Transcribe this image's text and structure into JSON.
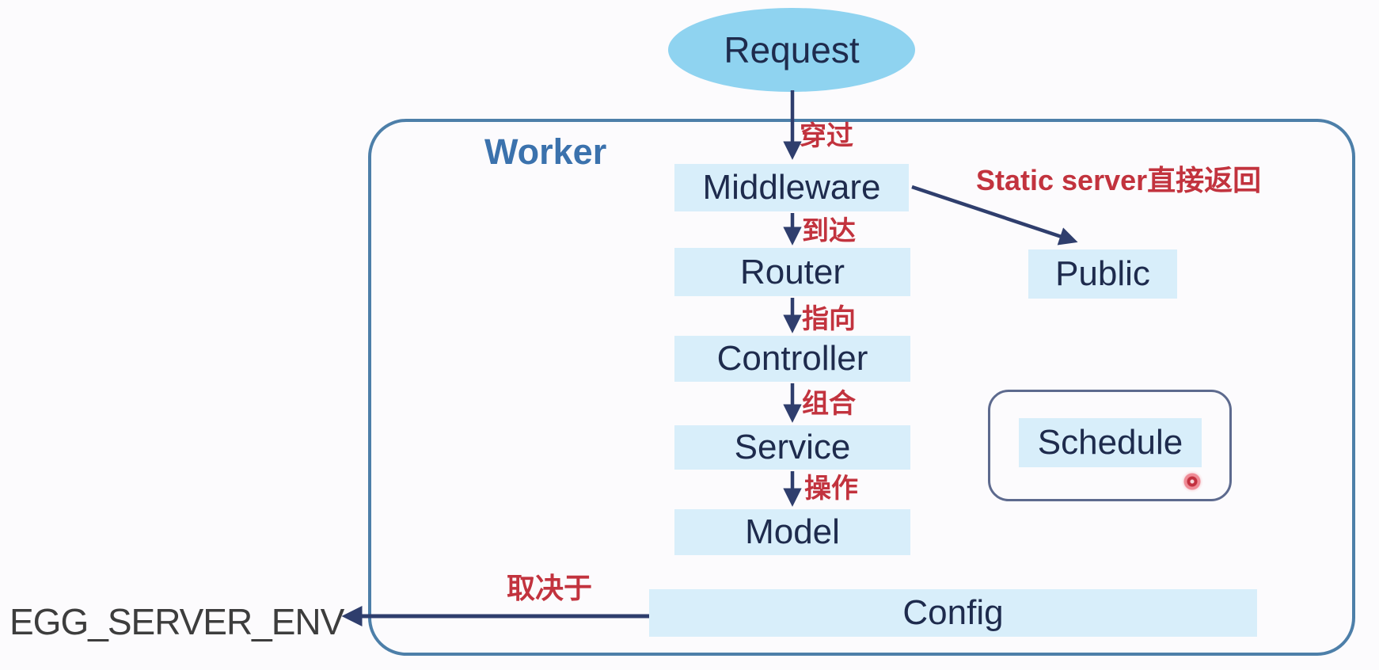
{
  "colors": {
    "background": "#fcfbfd",
    "node_fill": "#d8eefa",
    "ellipse_fill": "#8fd3f0",
    "node_text": "#1e2b4d",
    "arrow": "#2f3e6d",
    "worker_border": "#4d7fa9",
    "worker_label": "#3b72ad",
    "schedule_border": "#5d6a8e",
    "red_label": "#c2333e",
    "env_text": "#3d3d3d",
    "laser_dot": "#c2303f"
  },
  "request": {
    "label": "Request"
  },
  "worker": {
    "label": "Worker"
  },
  "nodes": {
    "middleware": "Middleware",
    "router": "Router",
    "controller": "Controller",
    "service": "Service",
    "model": "Model",
    "public": "Public",
    "schedule": "Schedule",
    "config": "Config"
  },
  "edge_labels": {
    "pass_through": "穿过",
    "arrive": "到达",
    "point_to": "指向",
    "compose": "组合",
    "operate": "操作",
    "static_return": "Static server直接返回",
    "depends_on": "取决于"
  },
  "external": {
    "env_variable": "EGG_SERVER_ENV"
  }
}
